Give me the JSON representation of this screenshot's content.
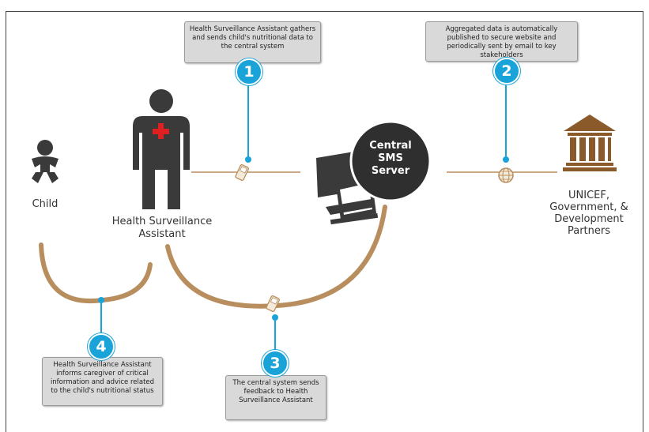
{
  "labels": {
    "child": "Child",
    "hsa_line1": "Health Surveillance",
    "hsa_line2": "Assistant",
    "server_line1": "Central",
    "server_line2": "SMS",
    "server_line3": "Server",
    "partners_line1": "UNICEF,",
    "partners_line2": "Government, &",
    "partners_line3": "Development",
    "partners_line4": "Partners"
  },
  "steps": [
    {
      "number": "1",
      "text": "Health Surveillance Assistant gathers and sends child's nutritional data to the central system"
    },
    {
      "number": "2",
      "text": "Aggregated data is automatically published to secure website and periodically sent by email to key stakeholders"
    },
    {
      "number": "3",
      "text": "The central system sends feedback to Health Surveillance Assistant"
    },
    {
      "number": "4",
      "text": "Health Surveillance Assistant informs caregiver of critical information and advice related to the child's nutritional status"
    }
  ],
  "colors": {
    "badge": "#1aa3d9",
    "arc": "#b88e5e",
    "figure": "#3a3a3a",
    "cross": "#e02020",
    "box": "#d9d9d9",
    "building": "#8a5a2b"
  }
}
